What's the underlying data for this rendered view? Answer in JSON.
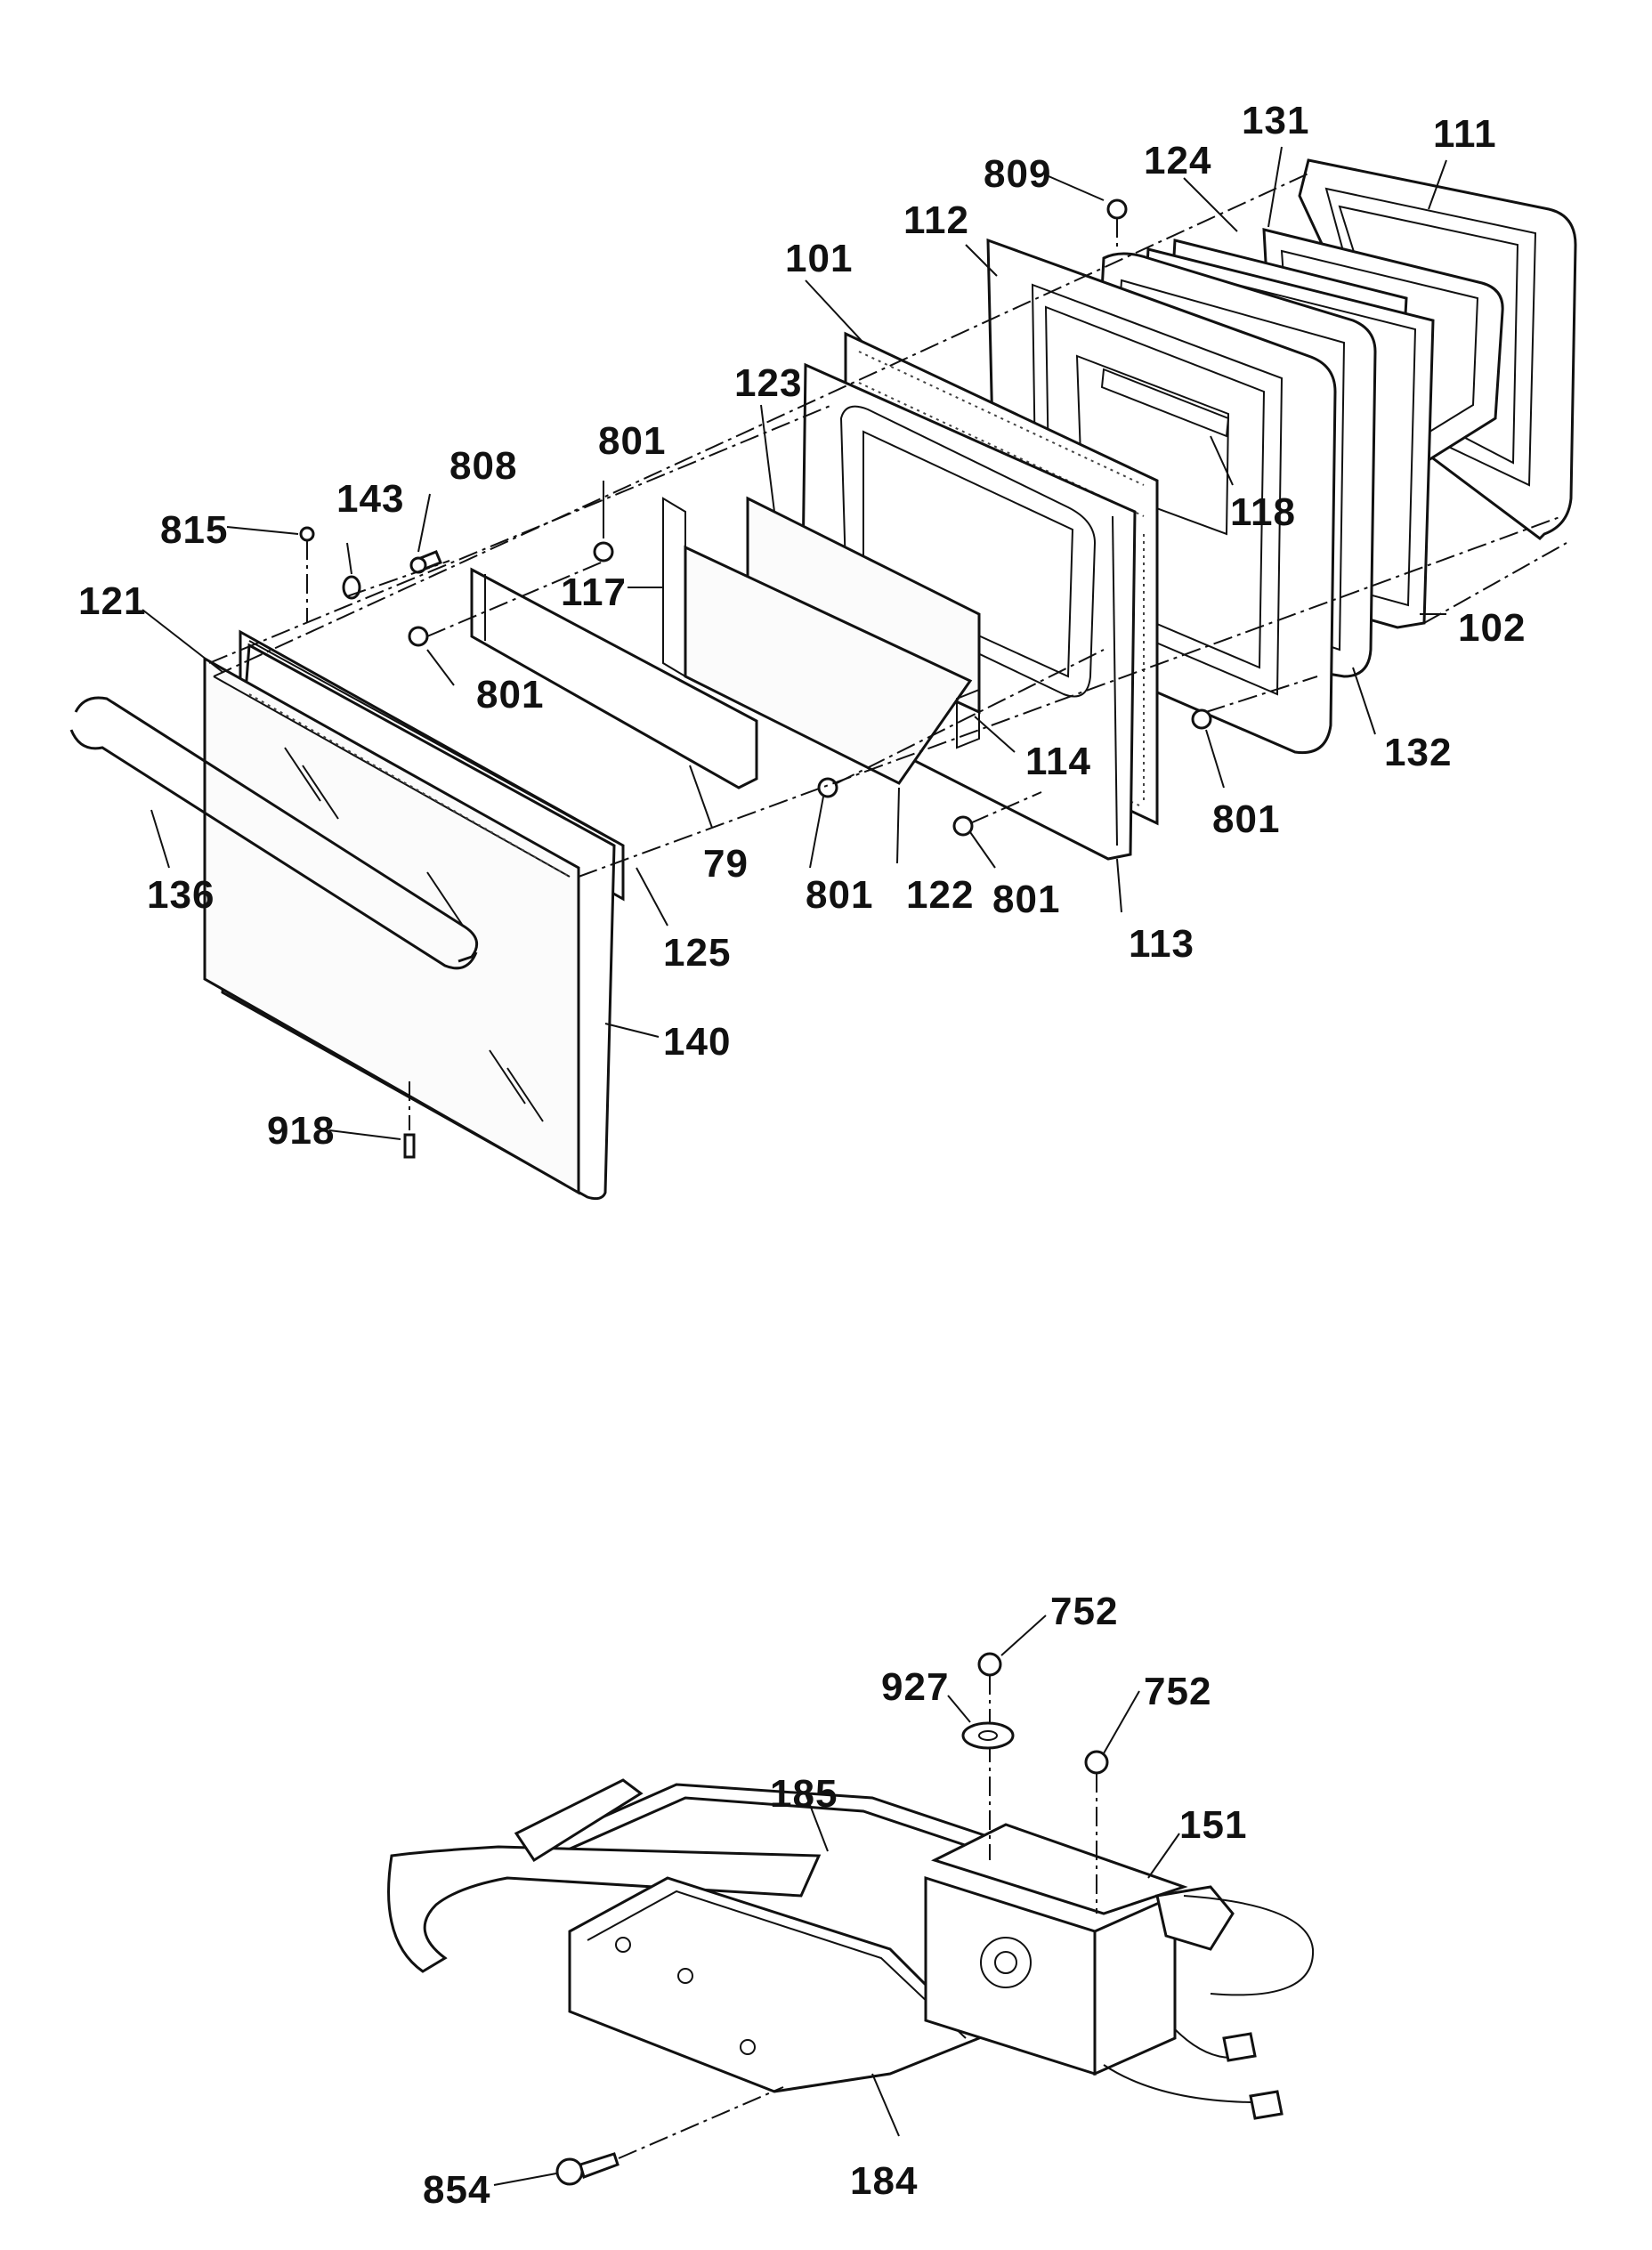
{
  "diagram": {
    "upper_assembly": {
      "labels": [
        "809",
        "111",
        "131",
        "124",
        "112",
        "101",
        "123",
        "801",
        "808",
        "143",
        "815",
        "121",
        "117",
        "801",
        "118",
        "102",
        "114",
        "132",
        "801",
        "79",
        "136",
        "125",
        "801",
        "122",
        "801",
        "113",
        "140",
        "918"
      ]
    },
    "lower_assembly": {
      "labels": [
        "752",
        "927",
        "752",
        "185",
        "151",
        "854",
        "184"
      ]
    }
  }
}
